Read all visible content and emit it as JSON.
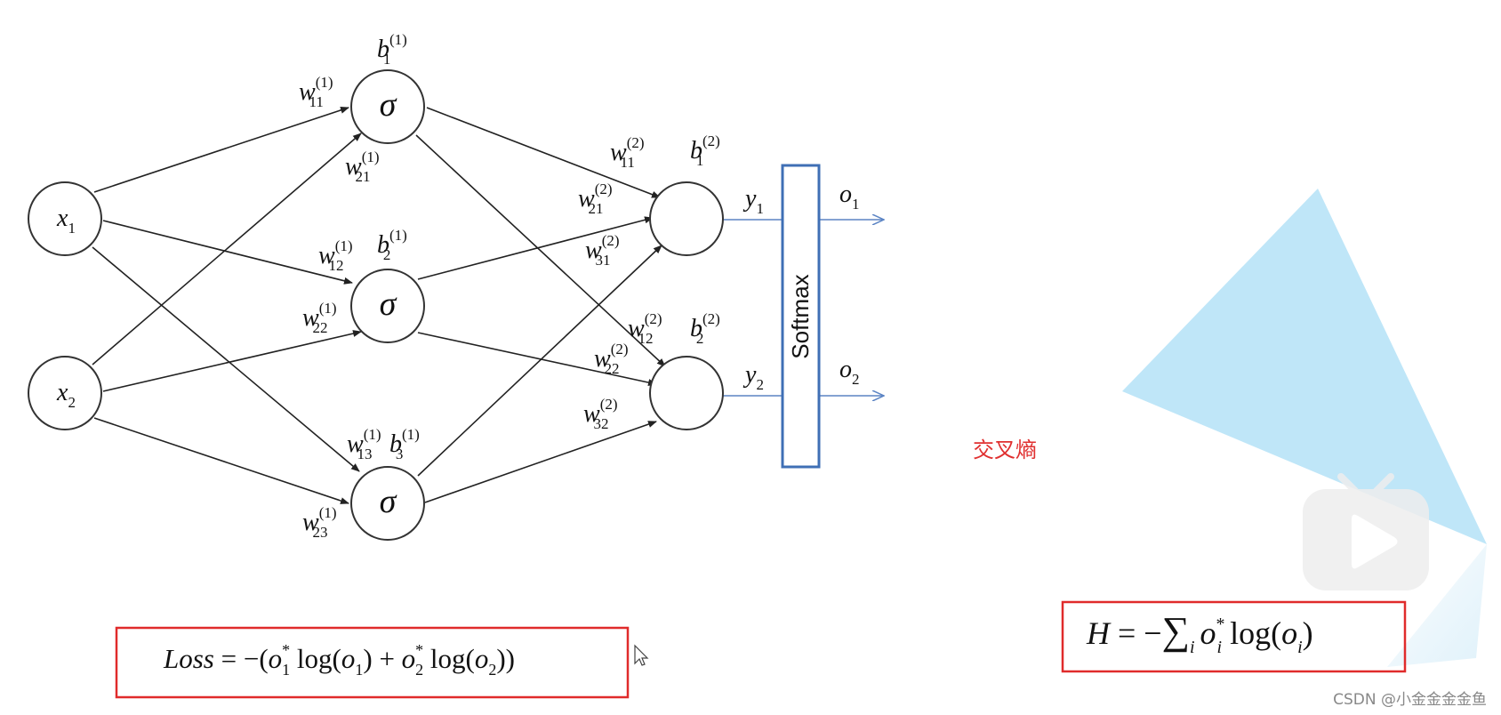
{
  "network": {
    "inputs": [
      {
        "id": "x1",
        "base": "x",
        "sub": "1"
      },
      {
        "id": "x2",
        "base": "x",
        "sub": "2"
      }
    ],
    "hidden_activation": "σ",
    "outputs_pre": [
      {
        "id": "y1",
        "base": "y",
        "sub": "1"
      },
      {
        "id": "y2",
        "base": "y",
        "sub": "2"
      }
    ],
    "outputs": [
      {
        "id": "o1",
        "base": "o",
        "sub": "1"
      },
      {
        "id": "o2",
        "base": "o",
        "sub": "2"
      }
    ],
    "softmax_label": "Softmax",
    "weights": [
      {
        "id": "w11_1",
        "base": "w",
        "sub": "11",
        "sup": "(1)"
      },
      {
        "id": "w21_1",
        "base": "w",
        "sub": "21",
        "sup": "(1)"
      },
      {
        "id": "w12_1",
        "base": "w",
        "sub": "12",
        "sup": "(1)"
      },
      {
        "id": "w22_1",
        "base": "w",
        "sub": "22",
        "sup": "(1)"
      },
      {
        "id": "w13_1",
        "base": "w",
        "sub": "13",
        "sup": "(1)"
      },
      {
        "id": "w23_1",
        "base": "w",
        "sub": "23",
        "sup": "(1)"
      },
      {
        "id": "w11_2",
        "base": "w",
        "sub": "11",
        "sup": "(2)"
      },
      {
        "id": "w21_2",
        "base": "w",
        "sub": "21",
        "sup": "(2)"
      },
      {
        "id": "w31_2",
        "base": "w",
        "sub": "31",
        "sup": "(2)"
      },
      {
        "id": "w12_2",
        "base": "w",
        "sub": "12",
        "sup": "(2)"
      },
      {
        "id": "w22_2",
        "base": "w",
        "sub": "22",
        "sup": "(2)"
      },
      {
        "id": "w32_2",
        "base": "w",
        "sub": "32",
        "sup": "(2)"
      }
    ],
    "biases": [
      {
        "id": "b1_1",
        "base": "b",
        "sub": "1",
        "sup": "(1)"
      },
      {
        "id": "b2_1",
        "base": "b",
        "sub": "2",
        "sup": "(1)"
      },
      {
        "id": "b3_1",
        "base": "b",
        "sub": "3",
        "sup": "(1)"
      },
      {
        "id": "b1_2",
        "base": "b",
        "sub": "1",
        "sup": "(2)"
      },
      {
        "id": "b2_2",
        "base": "b",
        "sub": "2",
        "sup": "(2)"
      }
    ]
  },
  "annotation": {
    "cross_entropy": "交叉熵"
  },
  "loss_formula": {
    "lhs": "Loss",
    "eq": " = −(",
    "o1": "o",
    "o1_sup": "*",
    "o1_sub": "1",
    "log1": " log(",
    "o1b": "o",
    "o1b_sub": "1",
    "close1": ")",
    "plus": " + ",
    "o2": "o",
    "o2_sup": "*",
    "o2_sub": "2",
    "log2": " log(",
    "o2b": "o",
    "o2b_sub": "2",
    "close2": "))"
  },
  "entropy_formula": {
    "lhs": "H",
    "eq": " = −",
    "sum": "∑",
    "sum_sub": "i",
    "o": "o",
    "o_sup": "*",
    "o_sub": "i",
    "log": " log(",
    "ob": "o",
    "ob_sub": "i",
    "close": ")"
  },
  "watermark": "CSDN @小金金金金鱼",
  "colors": {
    "accent_blue": "#bfe3f5",
    "box_red": "#e02b2b",
    "softmax_blue": "#3f6fb5"
  }
}
